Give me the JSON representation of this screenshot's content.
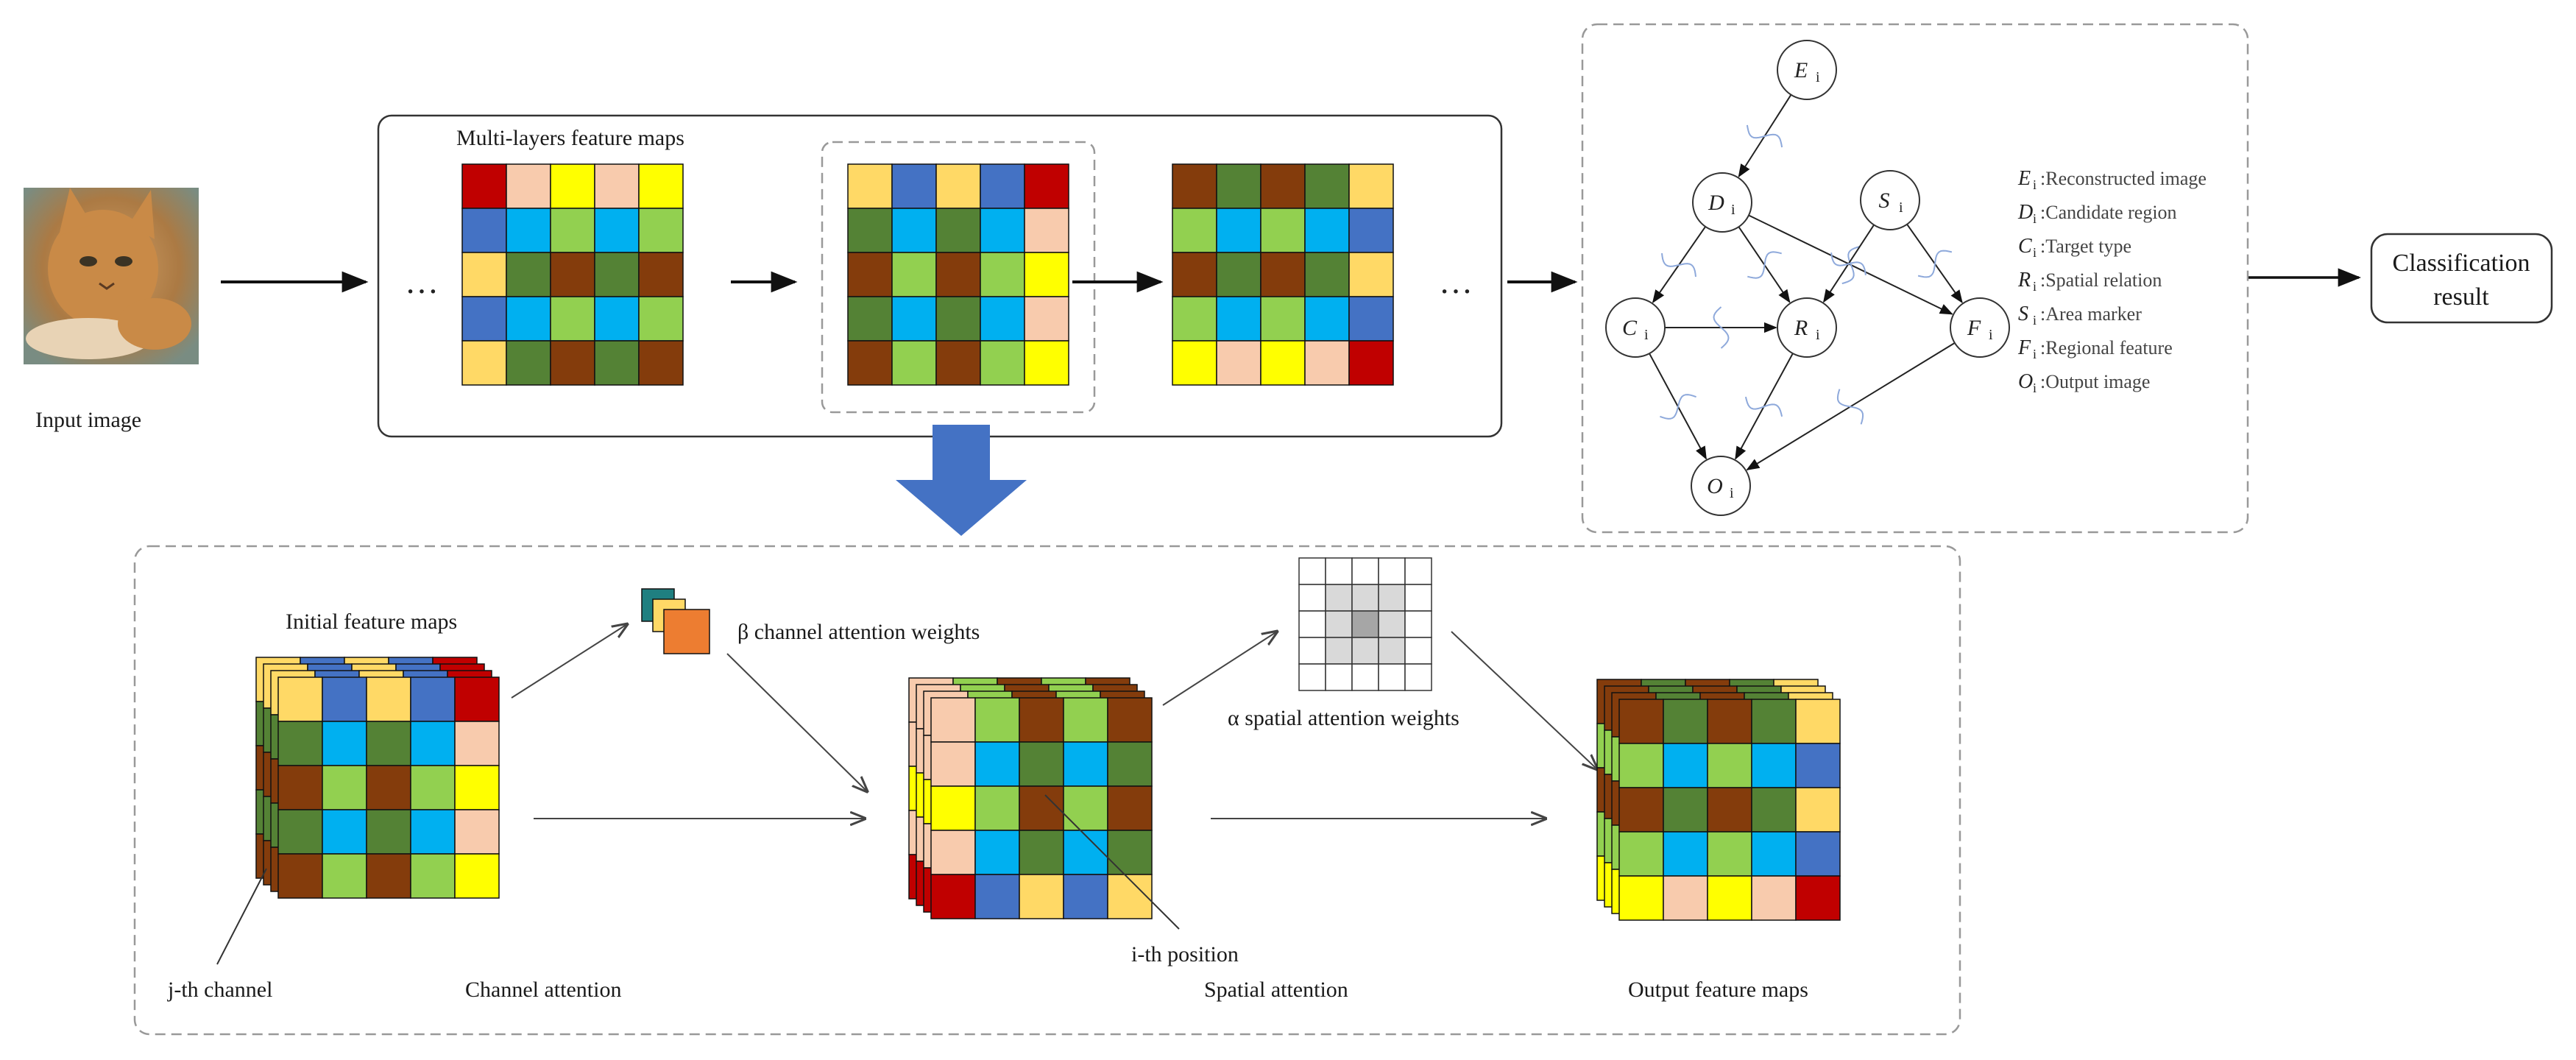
{
  "colors": {
    "red": "#c00000",
    "peach": "#f8cbad",
    "yellow": "#ffff00",
    "gold": "#ffd966",
    "blue": "#4472c4",
    "cyan": "#00b0f0",
    "darkgreen": "#548235",
    "lightgreen": "#92d050",
    "brown": "#843c0c",
    "teal": "#1f7f80",
    "orange": "#ed7d31",
    "arrow_blue": "#4472c4",
    "sine_blue": "#8ea9db"
  },
  "labels": {
    "input_image": "Input image",
    "multi_layers": "Multi-layers feature maps",
    "ellipsis": "…",
    "classification_line1": "Classification",
    "classification_line2": "result",
    "initial_feature_maps": "Initial feature maps",
    "beta_weights": "β  channel attention weights",
    "alpha_weights": "α  spatial attention weights",
    "jth_channel": "j-th channel",
    "channel_attention": "Channel attention",
    "ith_position": "i-th position",
    "spatial_attention": "Spatial attention",
    "output_feature_maps": "Output feature maps"
  },
  "graph": {
    "nodes": [
      {
        "id": "E",
        "letter": "E",
        "sub": "i"
      },
      {
        "id": "D",
        "letter": "D",
        "sub": "i"
      },
      {
        "id": "S",
        "letter": "S",
        "sub": "i"
      },
      {
        "id": "C",
        "letter": "C",
        "sub": "i"
      },
      {
        "id": "R",
        "letter": "R",
        "sub": "i"
      },
      {
        "id": "F",
        "letter": "F",
        "sub": "i"
      },
      {
        "id": "O",
        "letter": "O",
        "sub": "i"
      }
    ],
    "edges": [
      [
        "E",
        "D"
      ],
      [
        "D",
        "C"
      ],
      [
        "D",
        "R"
      ],
      [
        "D",
        "F"
      ],
      [
        "S",
        "R"
      ],
      [
        "S",
        "F"
      ],
      [
        "C",
        "R"
      ],
      [
        "C",
        "O"
      ],
      [
        "R",
        "O"
      ],
      [
        "F",
        "O"
      ]
    ],
    "legend": [
      {
        "sym": "E",
        "sub": "i",
        "text": ":Reconstructed image"
      },
      {
        "sym": "D",
        "sub": "i",
        "text": ":Candidate region"
      },
      {
        "sym": "C",
        "sub": "i",
        "text": ":Target type"
      },
      {
        "sym": "R",
        "sub": "i",
        "text": ":Spatial relation"
      },
      {
        "sym": "S",
        "sub": "i",
        "text": ":Area marker"
      },
      {
        "sym": "F",
        "sub": "i",
        "text": ":Regional feature"
      },
      {
        "sym": "O",
        "sub": "i",
        "text": ":Output image"
      }
    ]
  },
  "grids": {
    "map1": [
      [
        "red",
        "peach",
        "yellow",
        "peach",
        "yellow"
      ],
      [
        "blue",
        "cyan",
        "lightgreen",
        "cyan",
        "lightgreen"
      ],
      [
        "gold",
        "darkgreen",
        "brown",
        "darkgreen",
        "brown"
      ],
      [
        "blue",
        "cyan",
        "lightgreen",
        "cyan",
        "lightgreen"
      ],
      [
        "gold",
        "darkgreen",
        "brown",
        "darkgreen",
        "brown"
      ]
    ],
    "map2": [
      [
        "gold",
        "blue",
        "gold",
        "blue",
        "red"
      ],
      [
        "darkgreen",
        "cyan",
        "darkgreen",
        "cyan",
        "peach"
      ],
      [
        "brown",
        "lightgreen",
        "brown",
        "lightgreen",
        "yellow"
      ],
      [
        "darkgreen",
        "cyan",
        "darkgreen",
        "cyan",
        "peach"
      ],
      [
        "brown",
        "lightgreen",
        "brown",
        "lightgreen",
        "yellow"
      ]
    ],
    "map3": [
      [
        "brown",
        "darkgreen",
        "brown",
        "darkgreen",
        "gold"
      ],
      [
        "lightgreen",
        "cyan",
        "lightgreen",
        "cyan",
        "blue"
      ],
      [
        "brown",
        "darkgreen",
        "brown",
        "darkgreen",
        "gold"
      ],
      [
        "lightgreen",
        "cyan",
        "lightgreen",
        "cyan",
        "blue"
      ],
      [
        "yellow",
        "peach",
        "yellow",
        "peach",
        "red"
      ]
    ],
    "initial": [
      [
        "gold",
        "blue",
        "gold",
        "blue",
        "red"
      ],
      [
        "darkgreen",
        "cyan",
        "darkgreen",
        "cyan",
        "peach"
      ],
      [
        "brown",
        "lightgreen",
        "brown",
        "lightgreen",
        "yellow"
      ],
      [
        "darkgreen",
        "cyan",
        "darkgreen",
        "cyan",
        "peach"
      ],
      [
        "brown",
        "lightgreen",
        "brown",
        "lightgreen",
        "yellow"
      ]
    ],
    "middle": [
      [
        "peach",
        "lightgreen",
        "brown",
        "lightgreen",
        "brown"
      ],
      [
        "peach",
        "cyan",
        "darkgreen",
        "cyan",
        "darkgreen"
      ],
      [
        "yellow",
        "lightgreen",
        "brown",
        "lightgreen",
        "brown"
      ],
      [
        "peach",
        "cyan",
        "darkgreen",
        "cyan",
        "darkgreen"
      ],
      [
        "red",
        "blue",
        "gold",
        "blue",
        "gold"
      ]
    ],
    "output": [
      [
        "brown",
        "darkgreen",
        "brown",
        "darkgreen",
        "gold"
      ],
      [
        "lightgreen",
        "cyan",
        "lightgreen",
        "cyan",
        "blue"
      ],
      [
        "brown",
        "darkgreen",
        "brown",
        "darkgreen",
        "gold"
      ],
      [
        "lightgreen",
        "cyan",
        "lightgreen",
        "cyan",
        "blue"
      ],
      [
        "yellow",
        "peach",
        "yellow",
        "peach",
        "red"
      ]
    ]
  }
}
